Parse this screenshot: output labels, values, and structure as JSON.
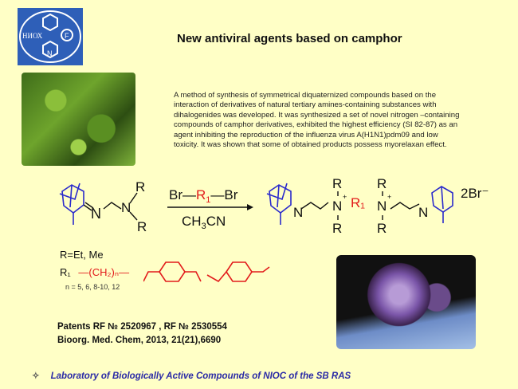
{
  "logo": {
    "text": "НИОХ",
    "letters": [
      "F",
      "N"
    ],
    "bg_color": "#2e5fb8"
  },
  "title": "New antiviral agents based on camphor",
  "images": {
    "plant": "camphor-tree-leaves-photo",
    "virus": "influenza-virus-illustration"
  },
  "abstract": [
    "A method of synthesis of symmetrical diquaternized compounds  based on the",
    "interaction of derivatives of natural tertiary amines-containing substances with",
    "dihalogenides was developed. It was synthesized a set of novel nitrogen –containing",
    "compounds of camphor derivatives, exhibited the highest efficiency (SI 82-87)  as an",
    "agent inhibiting the reproduction of the influenza virus A(H1N1)pdm09 and low",
    "toxicity. It was shown that some of obtained products possess myorelaxan effect."
  ],
  "reaction": {
    "reagent": "Br—R₁—Br",
    "reagent_parts": [
      "Br—",
      "R",
      "1",
      "—Br"
    ],
    "solvent": "CH₃CN",
    "solvent_parts": [
      "CH",
      "3",
      "CN"
    ],
    "reactant_labels": [
      "R",
      "N",
      "N",
      "R"
    ],
    "product_counterion": "2Br⁻",
    "colors": {
      "camphor": "#2a2acc",
      "linker": "#e21b1b",
      "text": "#111111"
    }
  },
  "substituents": {
    "r_def": "R=Et, Me",
    "r1_label": "R₁",
    "r1_chain": "—(CH₂)ₙ—",
    "n_values": "n = 5, 6, 8-10, 12"
  },
  "references": [
    "Patents RF № 2520967 , RF № 2530554",
    "Bioorg. Med. Chem, 2013, 21(21),6690"
  ],
  "footer": "Laboratory of Biologically Active Compounds of NIOC of  the SB RAS"
}
